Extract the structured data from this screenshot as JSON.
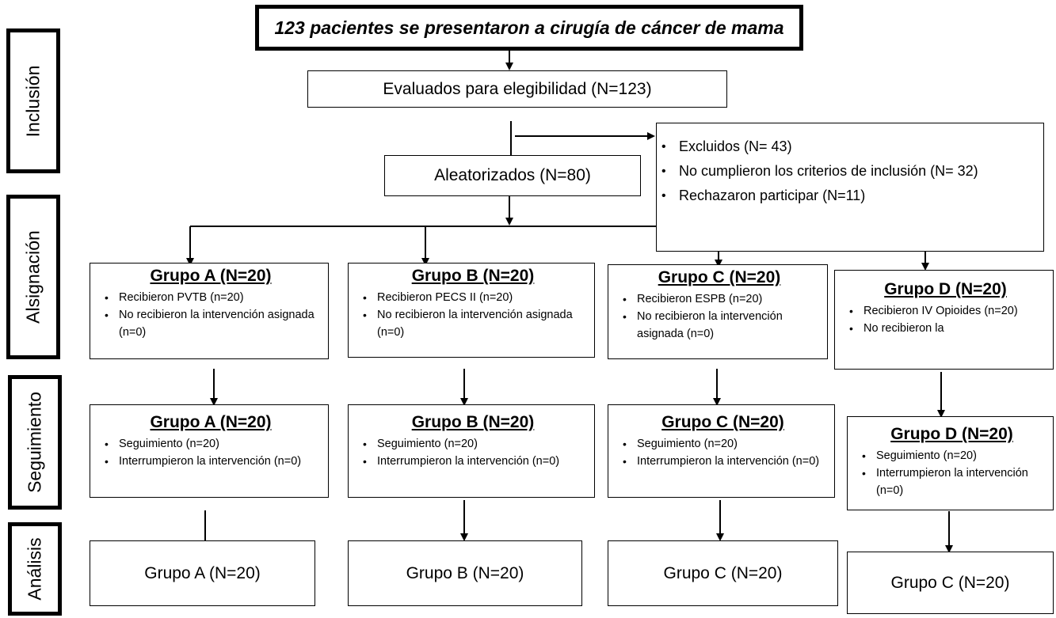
{
  "top": {
    "title": "123 pacientes se presentaron a cirugía de cáncer de mama"
  },
  "phases": {
    "inclusion": "Inclusión",
    "allocation": "Alsignación",
    "followup": "Seguimiento",
    "analysis": "Análisis"
  },
  "evaluated": "Evaluados para elegibilidad (N=123)",
  "randomized": "Aleatorizados (N=80)",
  "excluded": {
    "items": [
      "Excluidos (N= 43)",
      "No cumplieron los criterios de inclusión (N= 32)",
      "Rechazaron participar (N=11)"
    ]
  },
  "allocation": [
    {
      "title": "Grupo A  (N=20)",
      "items": [
        "Recibieron PVTB  (n=20)",
        "No recibieron la intervención asignada (n=0)"
      ]
    },
    {
      "title": "Grupo B  (N=20)",
      "items": [
        "Recibieron PECS II (n=20)",
        "No recibieron la intervención asignada (n=0)"
      ]
    },
    {
      "title": "Grupo C  (N=20)",
      "items": [
        "Recibieron ESPB  (n=20)",
        "No recibieron la intervención asignada (n=0)"
      ]
    },
    {
      "title": "Grupo D  (N=20)",
      "items": [
        "Recibieron IV Opioides (n=20)",
        "No recibieron la"
      ]
    }
  ],
  "followup": [
    {
      "title": "Grupo A  (N=20)",
      "items": [
        "Seguimiento (n=20)",
        "Interrumpieron la intervención (n=0)"
      ]
    },
    {
      "title": "Grupo B (N=20)",
      "items": [
        "Seguimiento (n=20)",
        "Interrumpieron la intervención (n=0)"
      ]
    },
    {
      "title": "Grupo C (N=20)",
      "items": [
        "Seguimiento (n=20)",
        "Interrumpieron la intervención (n=0)"
      ]
    },
    {
      "title": "Grupo D (N=20)",
      "items": [
        "Seguimiento (n=20)",
        "Interrumpieron la intervención (n=0)"
      ]
    }
  ],
  "analysis": [
    "Grupo A (N=20)",
    "Grupo B (N=20)",
    "Grupo C (N=20)",
    "Grupo C (N=20)"
  ]
}
